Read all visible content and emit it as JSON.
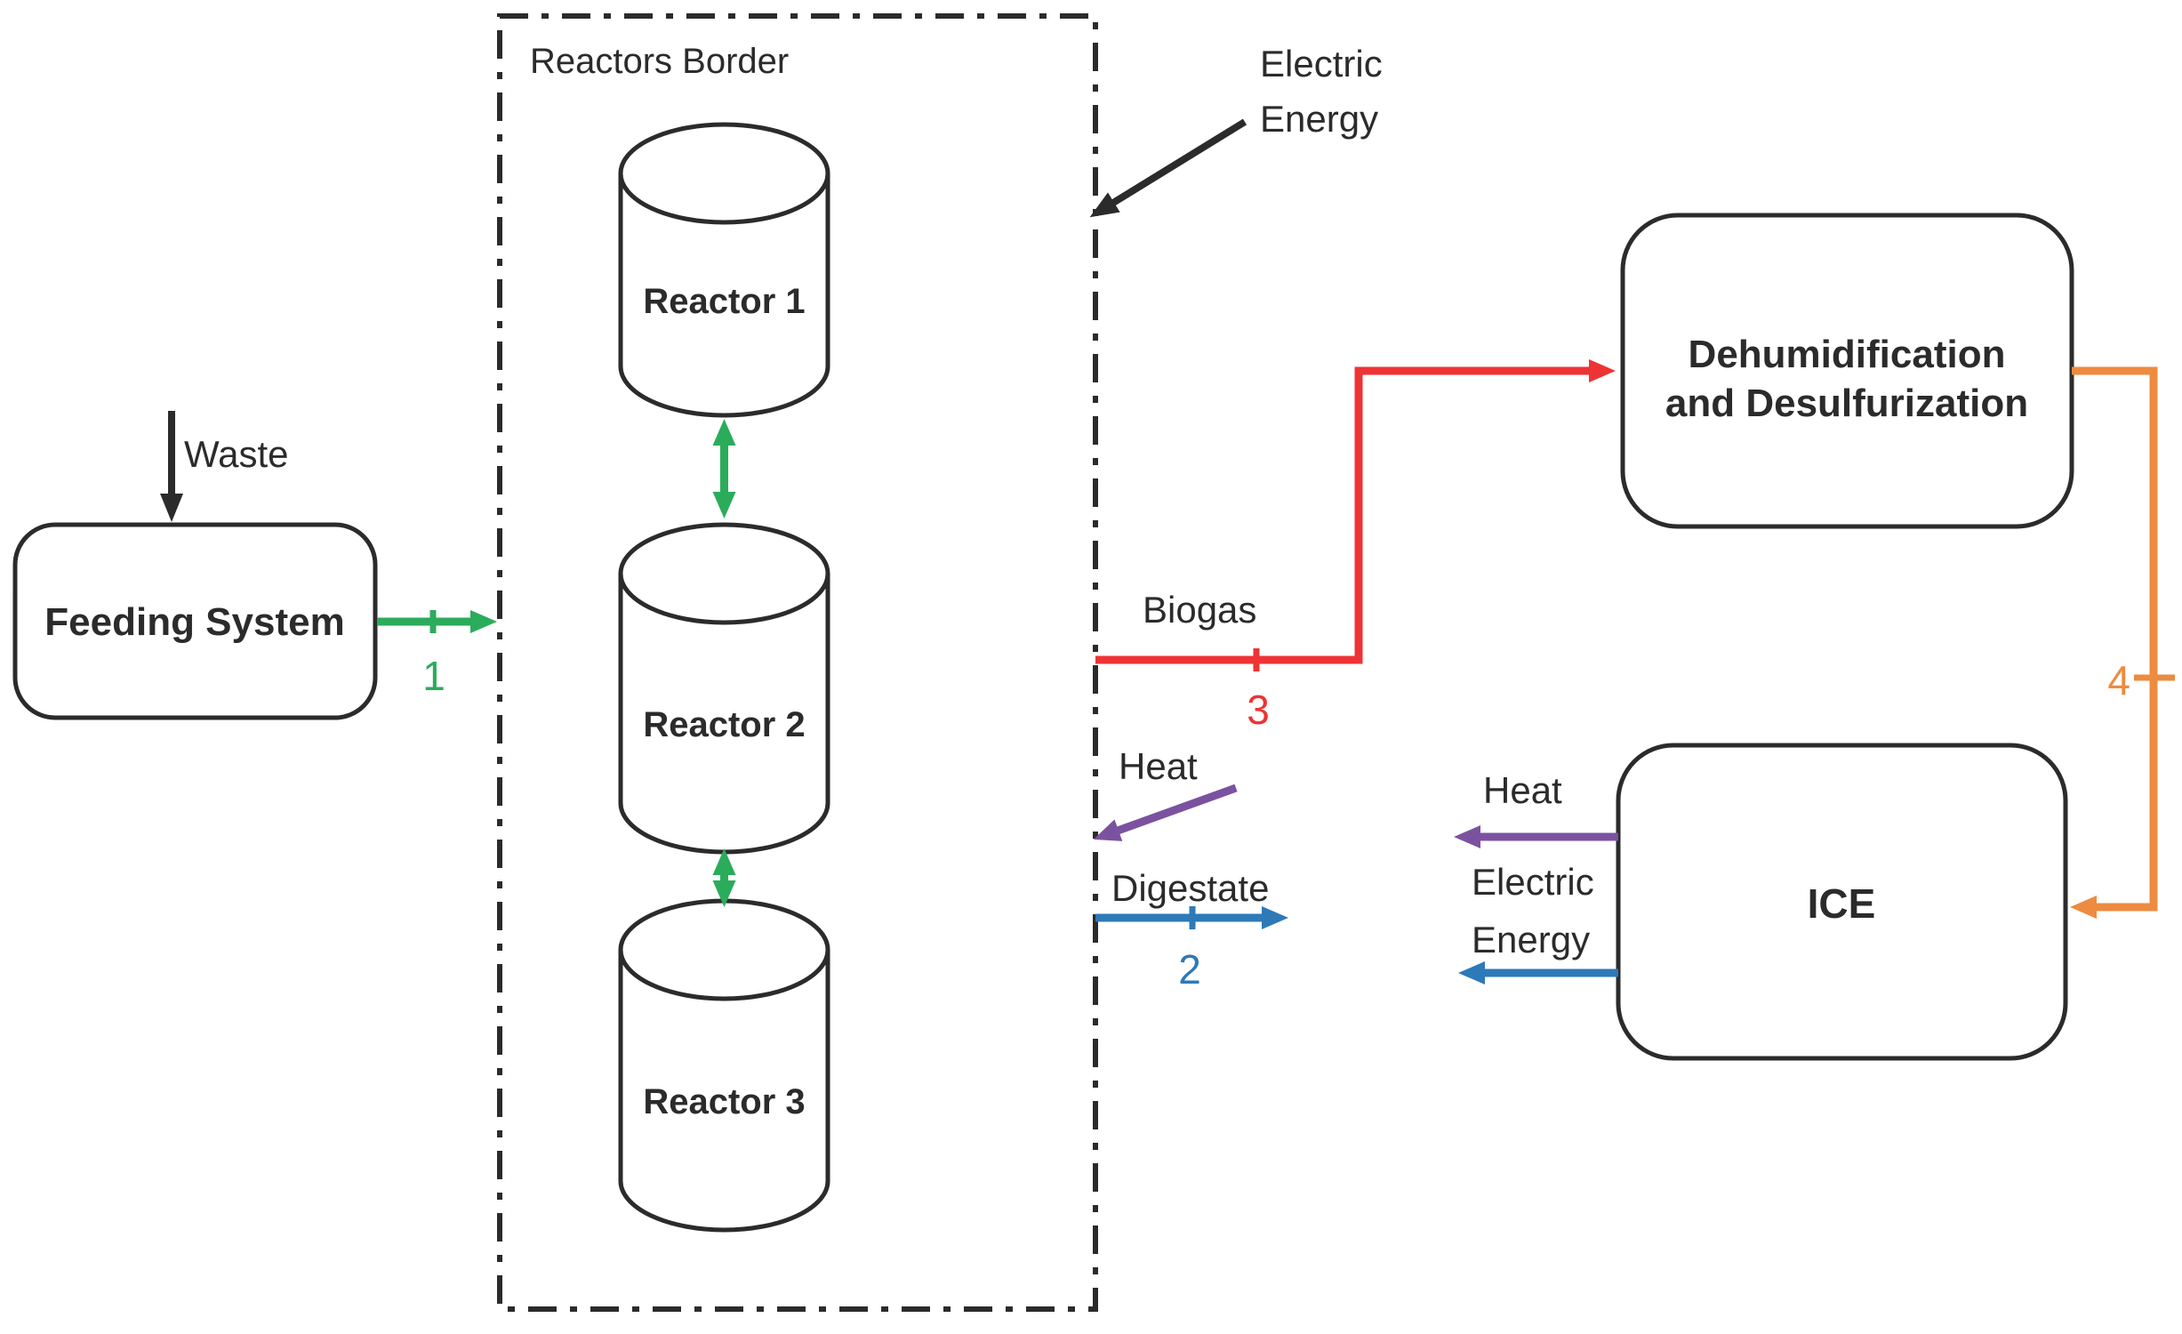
{
  "figure": {
    "background": "#ffffff",
    "reactors_border_label": "Reactors Border"
  },
  "nodes": {
    "feeding_system": {
      "label": "Feeding System"
    },
    "reactors": [
      {
        "label": "Reactor 1"
      },
      {
        "label": "Reactor 2"
      },
      {
        "label": "Reactor 3"
      }
    ],
    "dehumidification": {
      "line1": "Dehumidification",
      "line2": "and Desulfurization"
    },
    "ice": {
      "label": "ICE"
    }
  },
  "flows": {
    "waste": {
      "label": "Waste"
    },
    "feed": {
      "number": "1"
    },
    "electric_energy_in": {
      "line1": "Electric",
      "line2": "Energy"
    },
    "biogas": {
      "label": "Biogas",
      "number": "3"
    },
    "heat_to_reactors": {
      "label": "Heat"
    },
    "digestate": {
      "label": "Digestate",
      "number": "2"
    },
    "clean_biogas": {
      "number": "4"
    },
    "heat_from_ice": {
      "label": "Heat"
    },
    "electric_energy_out": {
      "line1": "Electric",
      "line2": "Energy"
    }
  },
  "colors": {
    "ink": "#2b2b2b",
    "green": "#2bac5b",
    "red": "#ee3335",
    "blue": "#2e79b8",
    "purple": "#7b52a0",
    "orange": "#ed8b40"
  }
}
